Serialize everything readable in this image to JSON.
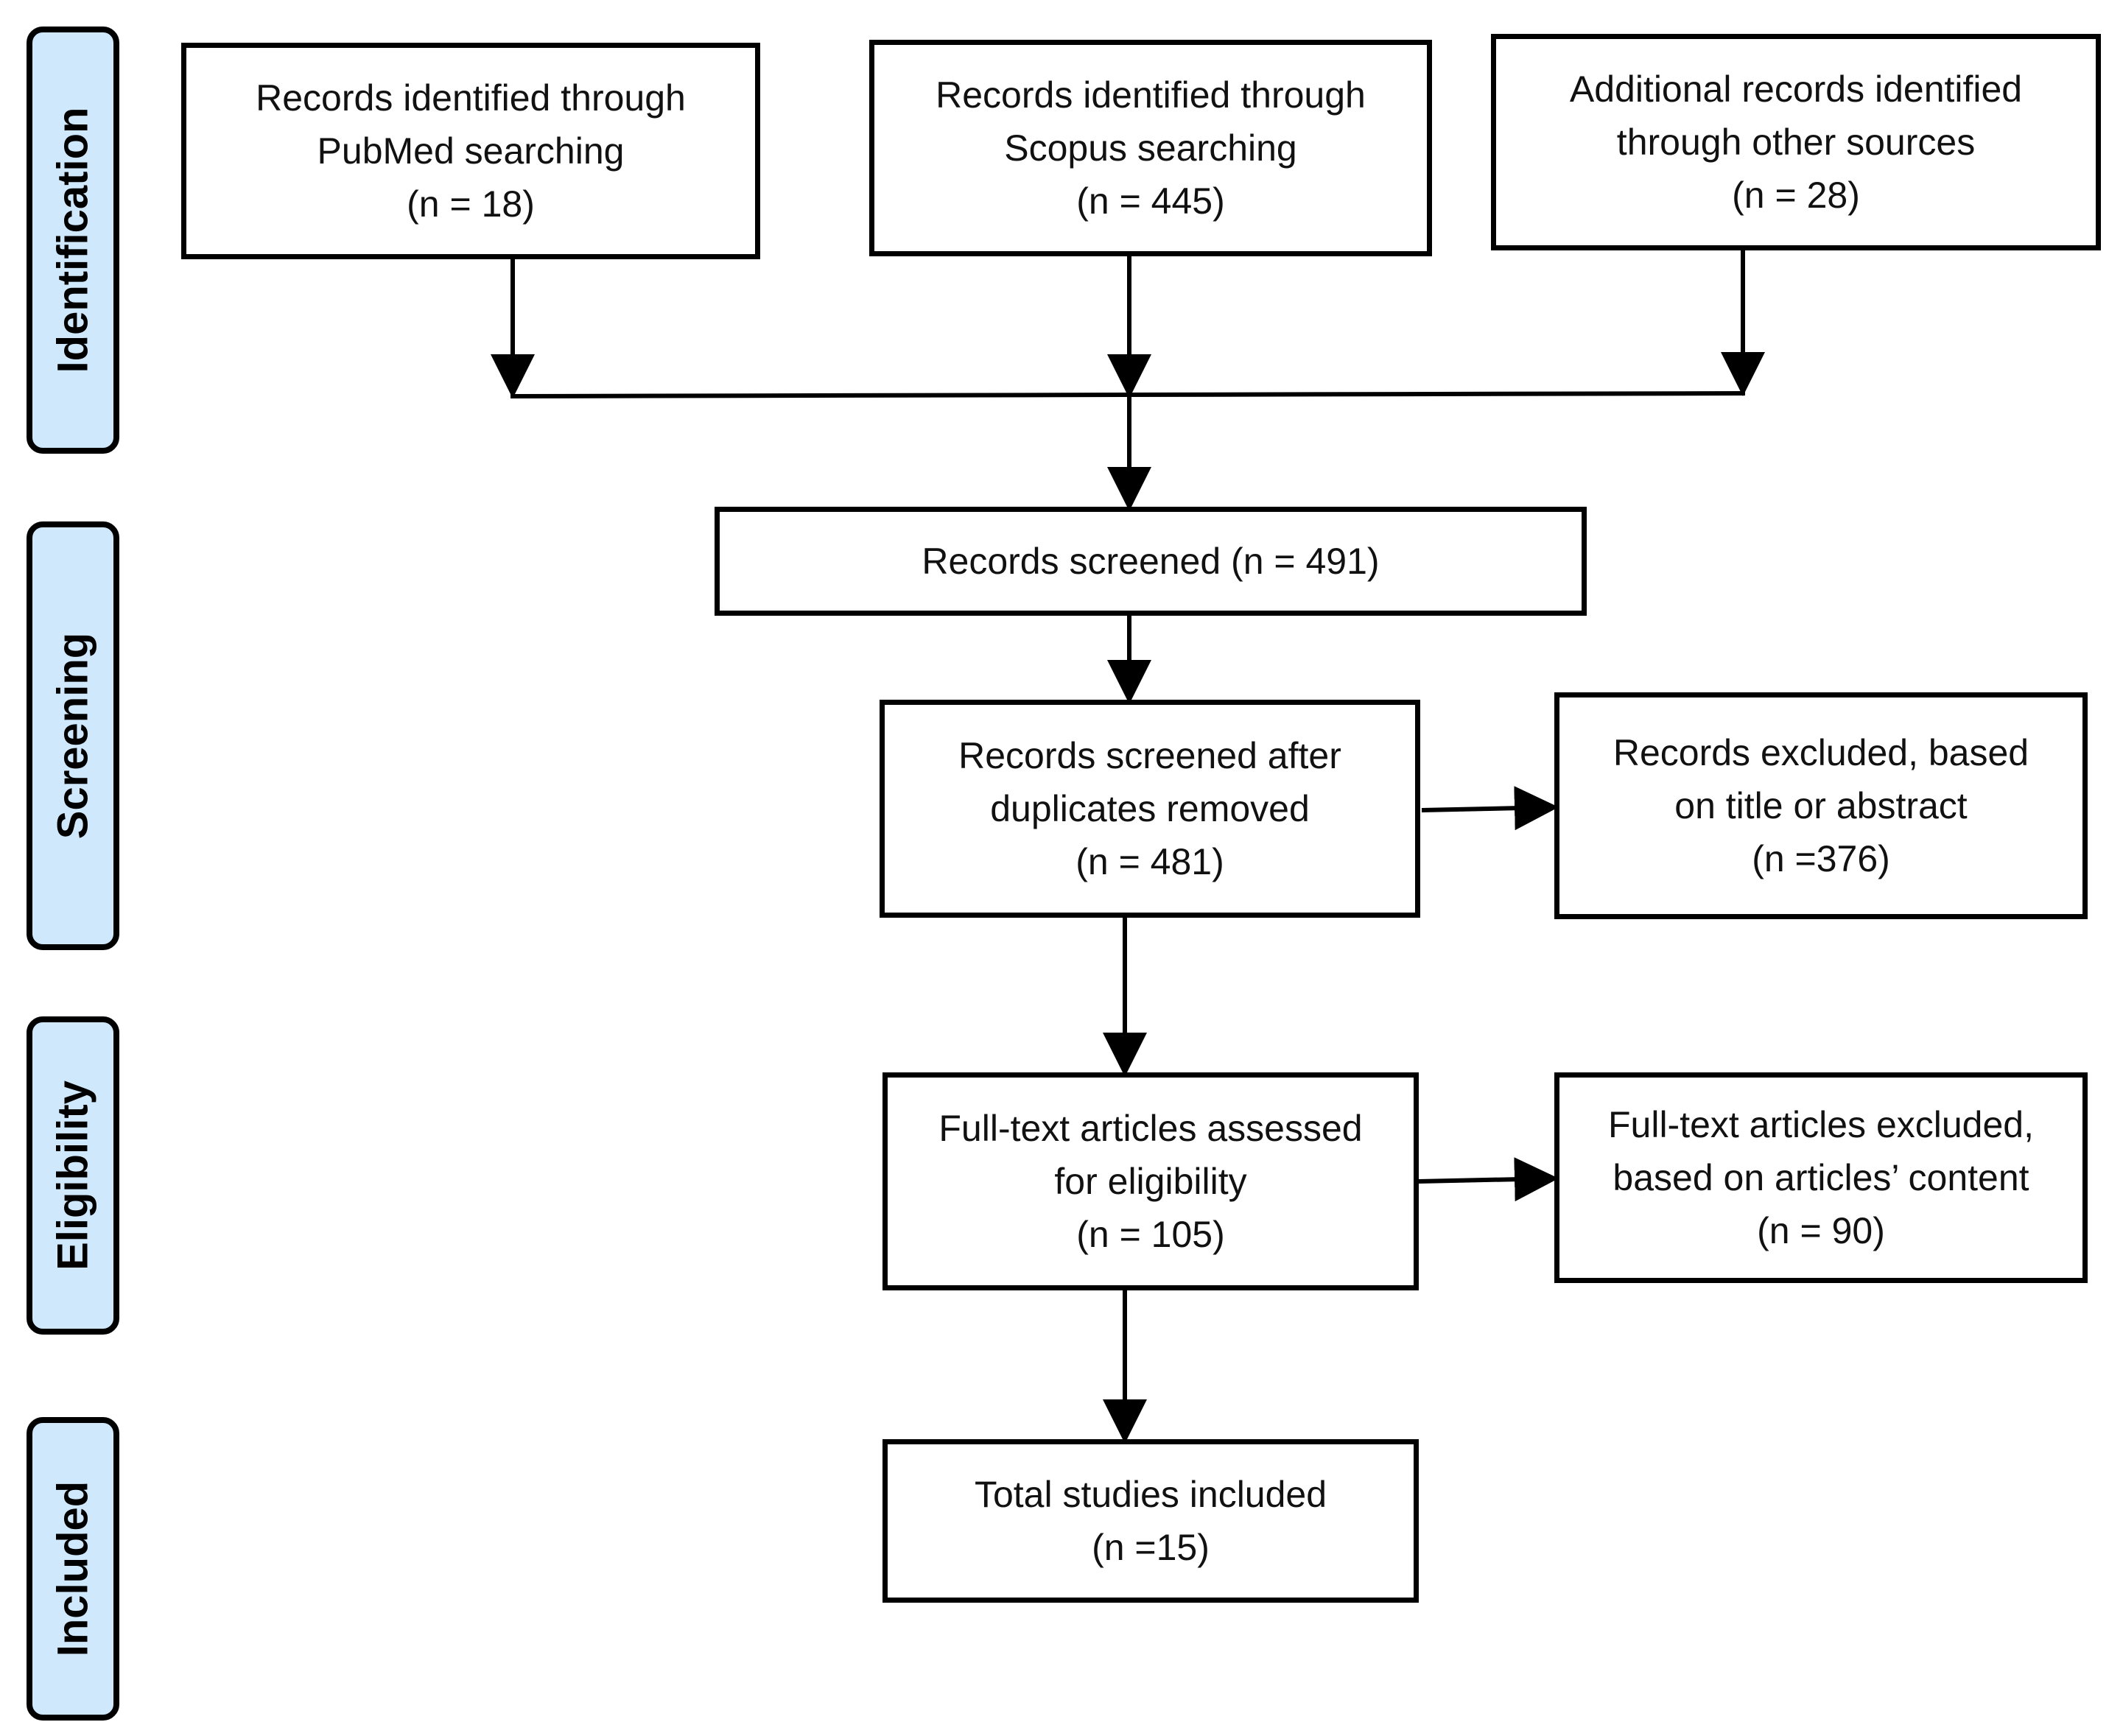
{
  "stages": {
    "identification": "Identification",
    "screening": "Screening",
    "eligibility": "Eligibility",
    "included": "Included"
  },
  "boxes": {
    "pubmed": {
      "line1": "Records identified through",
      "line2": "PubMed searching",
      "count": "(n = 18)"
    },
    "scopus": {
      "line1": "Records identified through",
      "line2": "Scopus searching",
      "count": "(n = 445)"
    },
    "other": {
      "line1": "Additional records identified",
      "line2": "through other sources",
      "count": "(n = 28)"
    },
    "screened": {
      "line1": "Records screened (n = 491)"
    },
    "dedup": {
      "line1": "Records screened after",
      "line2": "duplicates removed",
      "count": "(n = 481)"
    },
    "excluded_title": {
      "line1": "Records excluded, based",
      "line2": "on title or abstract",
      "count": "(n =376)"
    },
    "fulltext": {
      "line1": "Full-text articles assessed",
      "line2": "for eligibility",
      "count": "(n = 105)"
    },
    "excluded_fulltext": {
      "line1": "Full-text articles excluded,",
      "line2": "based on articles’ content",
      "count": "(n = 90)"
    },
    "included": {
      "line1": "Total studies included",
      "count": "(n =15)"
    }
  }
}
